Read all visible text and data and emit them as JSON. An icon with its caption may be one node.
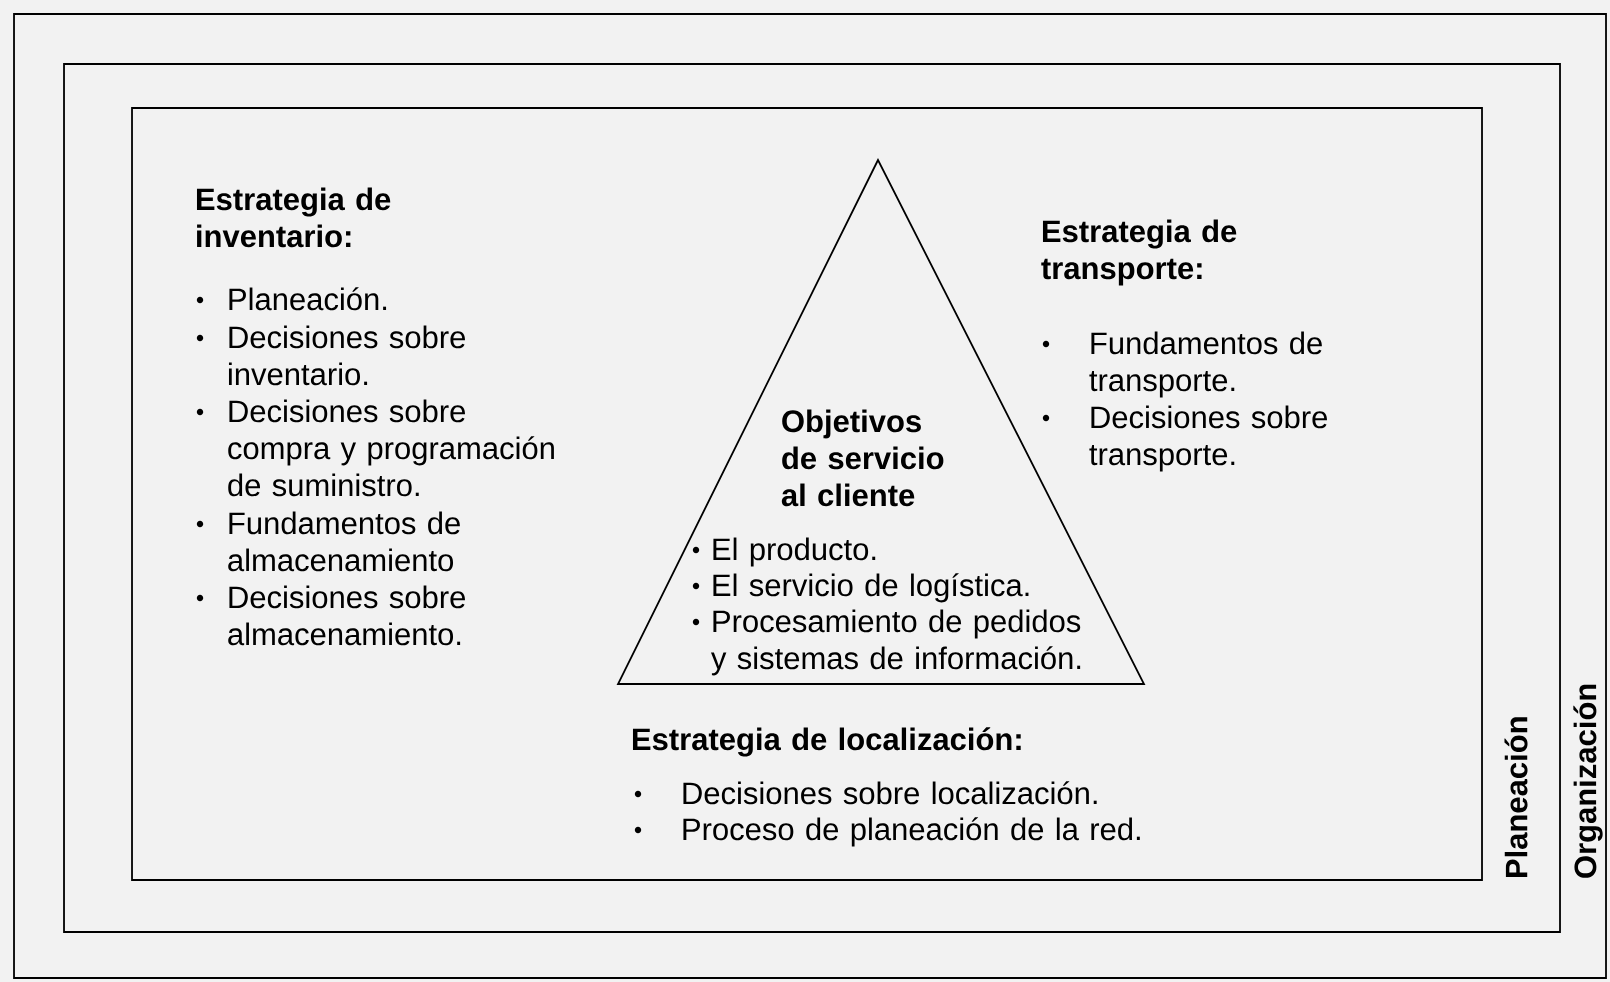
{
  "diagram": {
    "nodes": [
      {
        "text": [
          "Organización"
        ]
      },
      {
        "text": [
          "Planeación"
        ],
        "in": 0
      },
      {
        "text": [],
        "shape": "box",
        "in": 1
      },
      {
        "text": [
          "Objetivos de servicio al cliente",
          "El producto.",
          "El servicio de logística.",
          "Procesamiento de pedidos y sistemas de información."
        ],
        "in": 2
      }
    ],
    "labels": [
      "Estrategia de inventario:",
      "Planeación.",
      "Decisiones sobre inventario.",
      "Decisiones sobre compra y programación de suministro.",
      "Fundamentos de almacenamiento",
      "Decisiones sobre almacenamiento.",
      "Estrategia de transporte:",
      "Fundamentos de transporte.",
      "Decisiones sobre transporte.",
      "Estrategia de localización:",
      "Decisiones sobre localización.",
      "Proceso de planeación de la red."
    ]
  }
}
